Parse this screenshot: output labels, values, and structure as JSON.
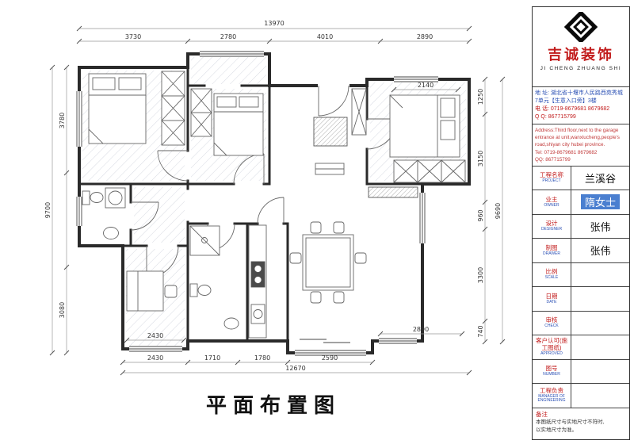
{
  "colors": {
    "line": "#2a2a2a",
    "dim_text": "#333333",
    "red": "#c21d1d",
    "blue": "#2b50b4",
    "highlight": "#4a7fd0"
  },
  "drawing": {
    "title": "平面布置图",
    "dims": {
      "top_total": "13970",
      "top": [
        "3730",
        "2780",
        "4010",
        "2890"
      ],
      "left_total": "9700",
      "left": [
        "3780",
        "3080"
      ],
      "right_total": "9690",
      "right": [
        "1250",
        "3150",
        "960",
        "3300",
        "740"
      ],
      "bottom": [
        "2430",
        "1710",
        "1780",
        "2590"
      ],
      "bottom_total": "12670",
      "inner_left": "2430",
      "inner_right": "2890",
      "inner_bedroom": "2140"
    }
  },
  "titleblock": {
    "company_cn": "吉诚装饰",
    "company_en": "JI CHENG ZHUANG SHI",
    "address_cn": [
      "地 址: 湖北省十堰市人民路西苑秀城",
      "7单元【生意入口旁】3楼",
      "电 话: 0719-8679681  8679682",
      "Q Q: 867715799"
    ],
    "address_en": [
      "Address:Third floor,next to the garage",
      "entrance at unit,wanxiucheng,people's",
      "road,shiyan city hubei province.",
      "Tel: 0719-8679681    8679682",
      "QQ: 867715799"
    ],
    "rows": [
      {
        "label": "工程名称",
        "sub": "PROJECT",
        "value": "兰溪谷"
      },
      {
        "label": "业主",
        "sub": "OWNER",
        "value": "隋女士"
      },
      {
        "label": "设计",
        "sub": "DESIGNER",
        "value": "张伟"
      },
      {
        "label": "制图",
        "sub": "DRAWER",
        "value": "张伟"
      },
      {
        "label": "比例",
        "sub": "SCALE",
        "value": ""
      },
      {
        "label": "日期",
        "sub": "DATE",
        "value": ""
      },
      {
        "label": "审核",
        "sub": "CHECK",
        "value": ""
      },
      {
        "label": "客户认可(施工图纸)",
        "sub": "APPROVED",
        "value": ""
      },
      {
        "label": "图号",
        "sub": "NUMBER",
        "value": ""
      },
      {
        "label": "工程负责",
        "sub": "MANAGER OF ENGINEERING",
        "value": ""
      }
    ],
    "note_label": "备注",
    "note_lines": [
      "本图纸尺寸与实地尺寸不符时,",
      "以实地尺寸为准。"
    ]
  }
}
